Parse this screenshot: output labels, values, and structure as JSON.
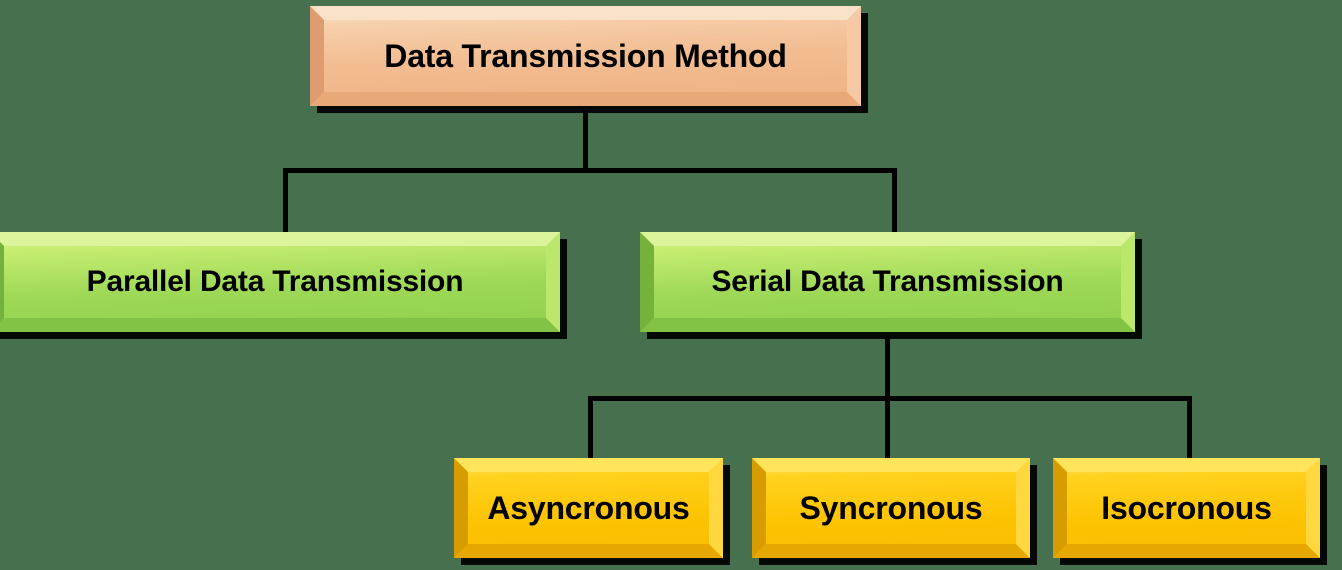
{
  "diagram": {
    "title": "Data Transmission Method",
    "background_color": "#47704e",
    "line_color": "#000000",
    "root": {
      "label": "Data Transmission Method",
      "fill_color": "#f2bc91"
    },
    "level2": [
      {
        "label": "Parallel Data Transmission",
        "fill_color": "#9ed957"
      },
      {
        "label": "Serial Data Transmission",
        "fill_color": "#9ed957"
      }
    ],
    "level3": [
      {
        "label": "Asyncronous",
        "fill_color": "#fdc403"
      },
      {
        "label": "Syncronous",
        "fill_color": "#fdc403"
      },
      {
        "label": "Isocronous",
        "fill_color": "#fdc403"
      }
    ]
  }
}
